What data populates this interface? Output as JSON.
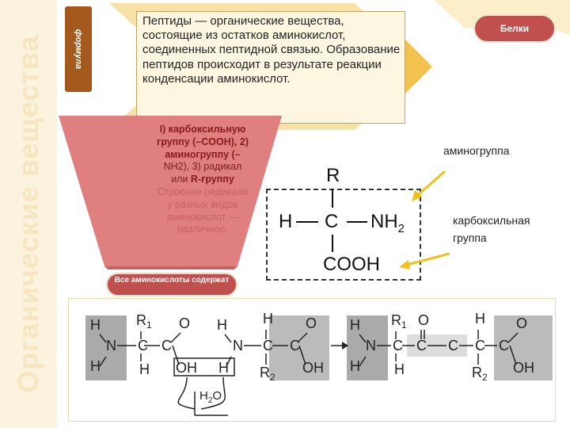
{
  "side_title": "Органические вещества",
  "tab_label": "формула",
  "definition": "Пептиды — органические вещества, состоящие из остатков аминокислот, соединенных пептидной связью. Образование пептидов происходит в результате реакции конденсации аминокислот.",
  "badge_proteins": "Белки",
  "funnel": {
    "line1": "I) карбоксильную",
    "line2": "группу (–COOH), 2)",
    "line3": "аминогруппу (–",
    "line4": "NH2), 3) радикал",
    "line5_pre": "или ",
    "line5_bold": "R-группу",
    "line6": "Строение радикала",
    "line7": "у разных видов",
    "line8": "аминокислот —",
    "line9": "различное."
  },
  "badge_all_aa": "Все аминокислоты содержат",
  "structure": {
    "R": "R",
    "H": "H",
    "C": "C",
    "NH": "NH",
    "sub2": "2",
    "COOH": "COOH",
    "label_amino": "аминогруппа",
    "label_carboxyl_1": "карбоксильная",
    "label_carboxyl_2": "группа"
  },
  "reaction": {
    "H": "H",
    "N": "N",
    "C": "C",
    "O": "O",
    "OH": "OH",
    "R1": "R1",
    "R2": "R2",
    "water": "H2O"
  },
  "colors": {
    "accent_red": "#c0504d",
    "funnel_fill": "#e07f7f",
    "chevron": "#f2c14e",
    "arrow": "#f0c020"
  }
}
